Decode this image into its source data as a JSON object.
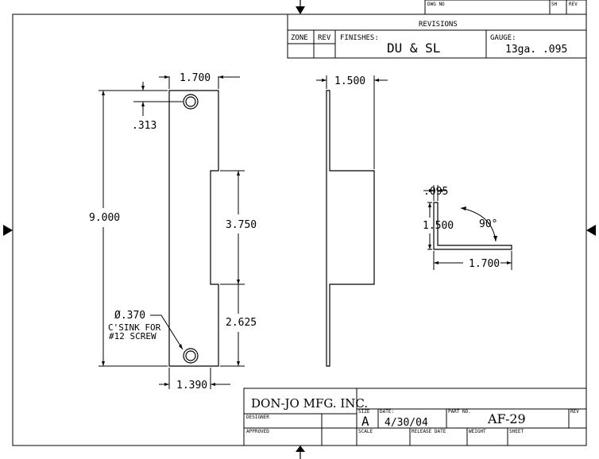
{
  "drawing": {
    "title_block_top": {
      "dwg_no_label": "DWG NO",
      "sh_label": "SH",
      "rev_label": "REV"
    },
    "revisions": {
      "header": "REVISIONS",
      "zone_label": "ZONE",
      "rev_label": "REV",
      "finishes_label": "FINISHES:",
      "finishes_value": "DU & SL",
      "gauge_label": "GAUGE:",
      "gauge_value": "13ga. .095"
    },
    "front_view": {
      "width_dim": "1.700",
      "hole_offset_dim": ".313",
      "height_dim": "9.000",
      "cutout_dim": "3.750",
      "lower_dim": "2.625",
      "bottom_width_dim": "1.390",
      "hole_note_line1": "Ø.370",
      "hole_note_line2": "C'SINK FOR",
      "hole_note_line3": "#12 SCREW"
    },
    "side_view": {
      "depth_dim": "1.500"
    },
    "section_view": {
      "thickness_dim": ".095",
      "leg_dim": "1.500",
      "angle_dim": "90°",
      "flange_dim": "1.700"
    },
    "title_block": {
      "company": "DON-JO MFG. INC.",
      "designer_label": "DESIGNER",
      "approved_label": "APPROVED",
      "size_label": "SIZE",
      "size_value": "A",
      "date_label": "DATE:",
      "date_value": "4/30/04",
      "part_no_label": "PART NO.",
      "part_no_value": "AF-29",
      "rev_label": "REV",
      "scale_label": "SCALE",
      "release_date_label": "RELEASE DATE",
      "weight_label": "WEIGHT",
      "sheet_label": "SHEET"
    }
  }
}
